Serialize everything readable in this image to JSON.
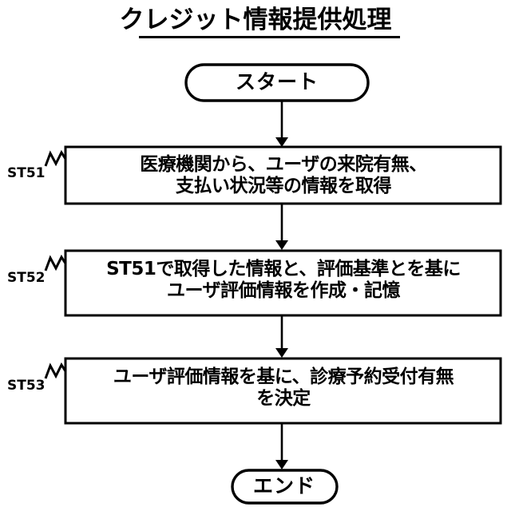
{
  "diagram": {
    "title": "クレジット情報提供処理",
    "title_underlined": true,
    "type": "flowchart",
    "orientation": "vertical",
    "stroke_color": "#000000",
    "fill_color": "#ffffff",
    "nodes": [
      {
        "id": "start",
        "shape": "terminator",
        "label": "スタート"
      },
      {
        "id": "st51",
        "shape": "process",
        "step": "ST51",
        "line1": "医療機関から、ユーザの来院有無、",
        "line2": "支払い状況等の情報を取得"
      },
      {
        "id": "st52",
        "shape": "process",
        "step": "ST52",
        "line1": "ST51で取得した情報と、評価基準とを基に",
        "line2": "ユーザ評価情報を作成・記憶"
      },
      {
        "id": "st53",
        "shape": "process",
        "step": "ST53",
        "line1": "ユーザ評価情報を基に、診療予約受付有無",
        "line2": "を決定"
      },
      {
        "id": "end",
        "shape": "terminator",
        "label": "エンド"
      }
    ],
    "edges": [
      {
        "from": "start",
        "to": "st51",
        "arrow": "down"
      },
      {
        "from": "st51",
        "to": "st52",
        "arrow": "down"
      },
      {
        "from": "st52",
        "to": "st53",
        "arrow": "down"
      },
      {
        "from": "st53",
        "to": "end",
        "arrow": "down"
      }
    ]
  }
}
